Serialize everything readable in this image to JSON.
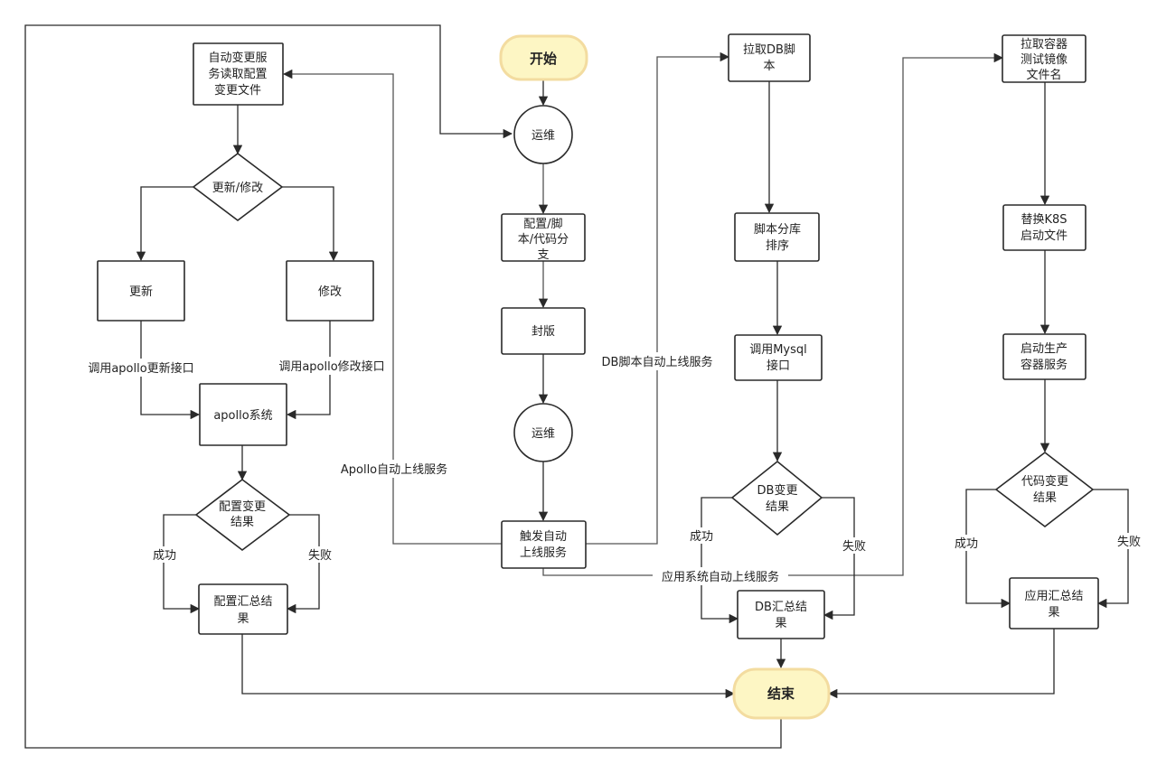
{
  "nodes": {
    "start": "开始",
    "end": "结束",
    "ops1": "运维",
    "ops2": "运维",
    "branch": [
      "配置/脚",
      "本/代码分",
      "支"
    ],
    "freeze": "封版",
    "trigger": [
      "触发自动",
      "上线服务"
    ],
    "read_config": [
      "自动变更服",
      "务读取配置",
      "变更文件"
    ],
    "update_modify": "更新/修改",
    "update": "更新",
    "modify": "修改",
    "apollo_system": "apollo系统",
    "config_result": [
      "配置变更",
      "结果"
    ],
    "config_summary": [
      "配置汇总结",
      "果"
    ],
    "pull_db": [
      "拉取DB脚",
      "本"
    ],
    "db_sort": [
      "脚本分库",
      "排序"
    ],
    "call_mysql": [
      "调用Mysql",
      "接口"
    ],
    "db_result": [
      "DB变更",
      "结果"
    ],
    "db_summary": [
      "DB汇总结",
      "果"
    ],
    "pull_image": [
      "拉取容器",
      "测试镜像",
      "文件名"
    ],
    "replace_k8s": [
      "替换K8S",
      "启动文件"
    ],
    "start_prod": [
      "启动生产",
      "容器服务"
    ],
    "code_result": [
      "代码变更",
      "结果"
    ],
    "app_summary": [
      "应用汇总结",
      "果"
    ]
  },
  "edge_labels": {
    "call_update": "调用apollo更新接口",
    "call_modify": "调用apollo修改接口",
    "apollo_auto": "Apollo自动上线服务",
    "db_auto": "DB脚本自动上线服务",
    "app_auto": "应用系统自动上线服务",
    "success_config": "成功",
    "fail_config": "失败",
    "success_db": "成功",
    "fail_db": "失败",
    "success_app": "成功",
    "fail_app": "失败"
  },
  "colors": {
    "terminal_fill": "#fdf6c4",
    "terminal_stroke": "#f3dca0",
    "line": "#2a2a2a"
  }
}
